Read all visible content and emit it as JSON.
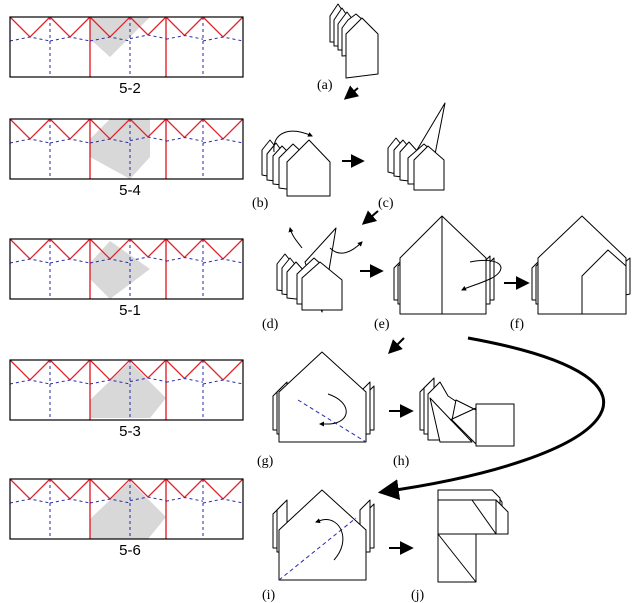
{
  "colors": {
    "mountain": "#e0242c",
    "valley": "#2a2aa8",
    "shade": "#d8d8d8",
    "ink": "#000000"
  },
  "patterns": [
    {
      "label": "5-2"
    },
    {
      "label": "5-4"
    },
    {
      "label": "5-1"
    },
    {
      "label": "5-3"
    },
    {
      "label": "5-6"
    }
  ],
  "steps": [
    "(a)",
    "(b)",
    "(c)",
    "(d)",
    "(e)",
    "(f)",
    "(g)",
    "(h)",
    "(i)",
    "(j)"
  ]
}
